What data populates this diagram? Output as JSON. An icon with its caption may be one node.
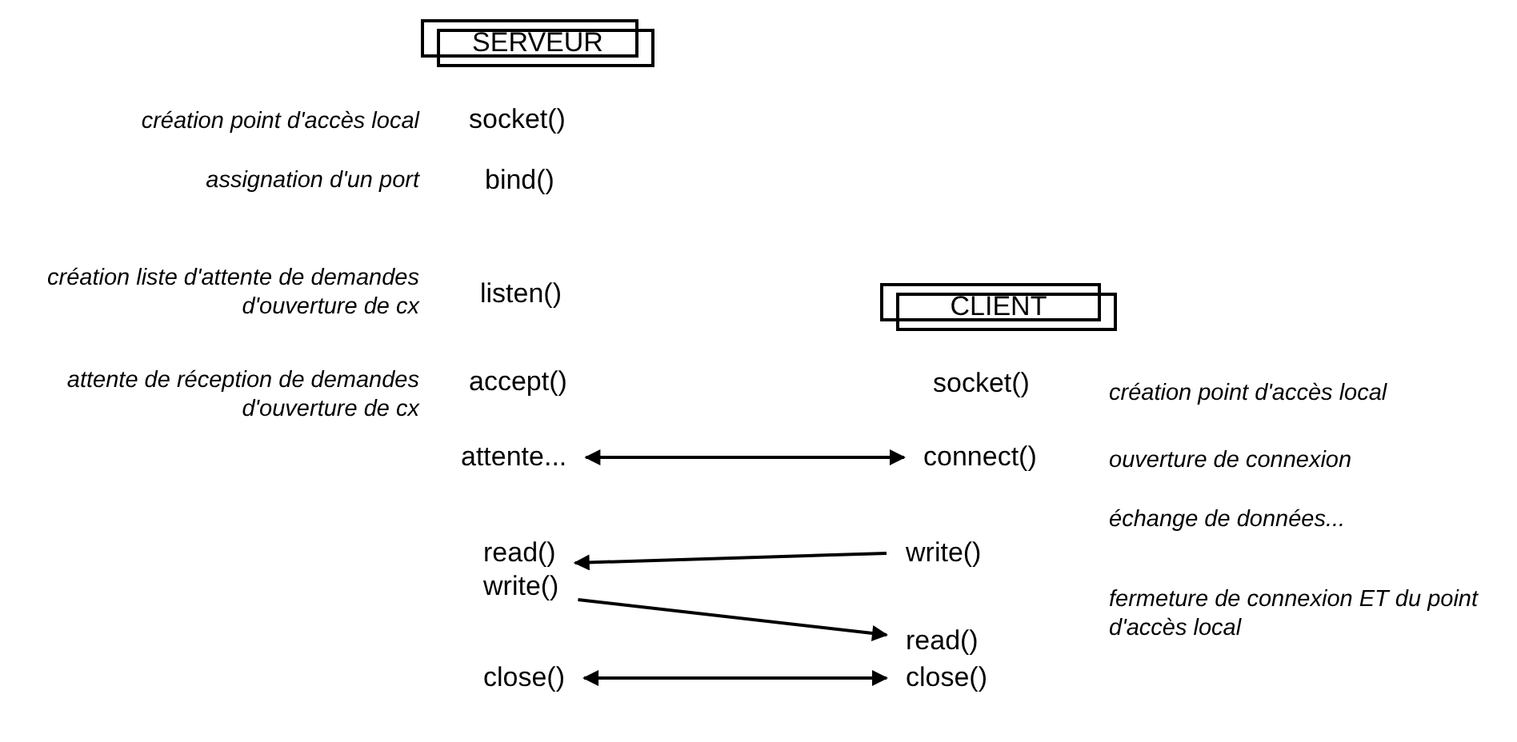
{
  "diagram": {
    "nodes": [
      {
        "text": [
          "SERVEUR"
        ]
      },
      {
        "text": [
          "CLIENT"
        ]
      },
      {
        "text": [
          "attente..."
        ]
      },
      {
        "text": [
          "connect()"
        ]
      },
      {
        "text": [
          "read()"
        ]
      },
      {
        "text": [
          "write()"
        ]
      },
      {
        "text": [
          "write()"
        ]
      },
      {
        "text": [
          "read()"
        ]
      },
      {
        "text": [
          "close()"
        ]
      },
      {
        "text": [
          "close()"
        ]
      }
    ],
    "edges": [
      {
        "from": 2,
        "to": 3,
        "arrow": "both"
      },
      {
        "from": 5,
        "to": 4,
        "arrow": "to"
      },
      {
        "from": 6,
        "to": 7,
        "arrow": "to"
      },
      {
        "from": 8,
        "to": 9,
        "arrow": "both"
      }
    ],
    "labels": [
      "création point d'accès local",
      "socket()",
      "assignation d'un port",
      "bind()",
      "création liste d'attente de demandes d'ouverture de cx",
      "listen()",
      "attente de réception de demandes d'ouverture de cx",
      "accept()",
      "socket()",
      "création point d'accès local",
      "ouverture de connexion",
      "échange de données...",
      "fermeture de connexion ET du point d'accès local"
    ]
  }
}
